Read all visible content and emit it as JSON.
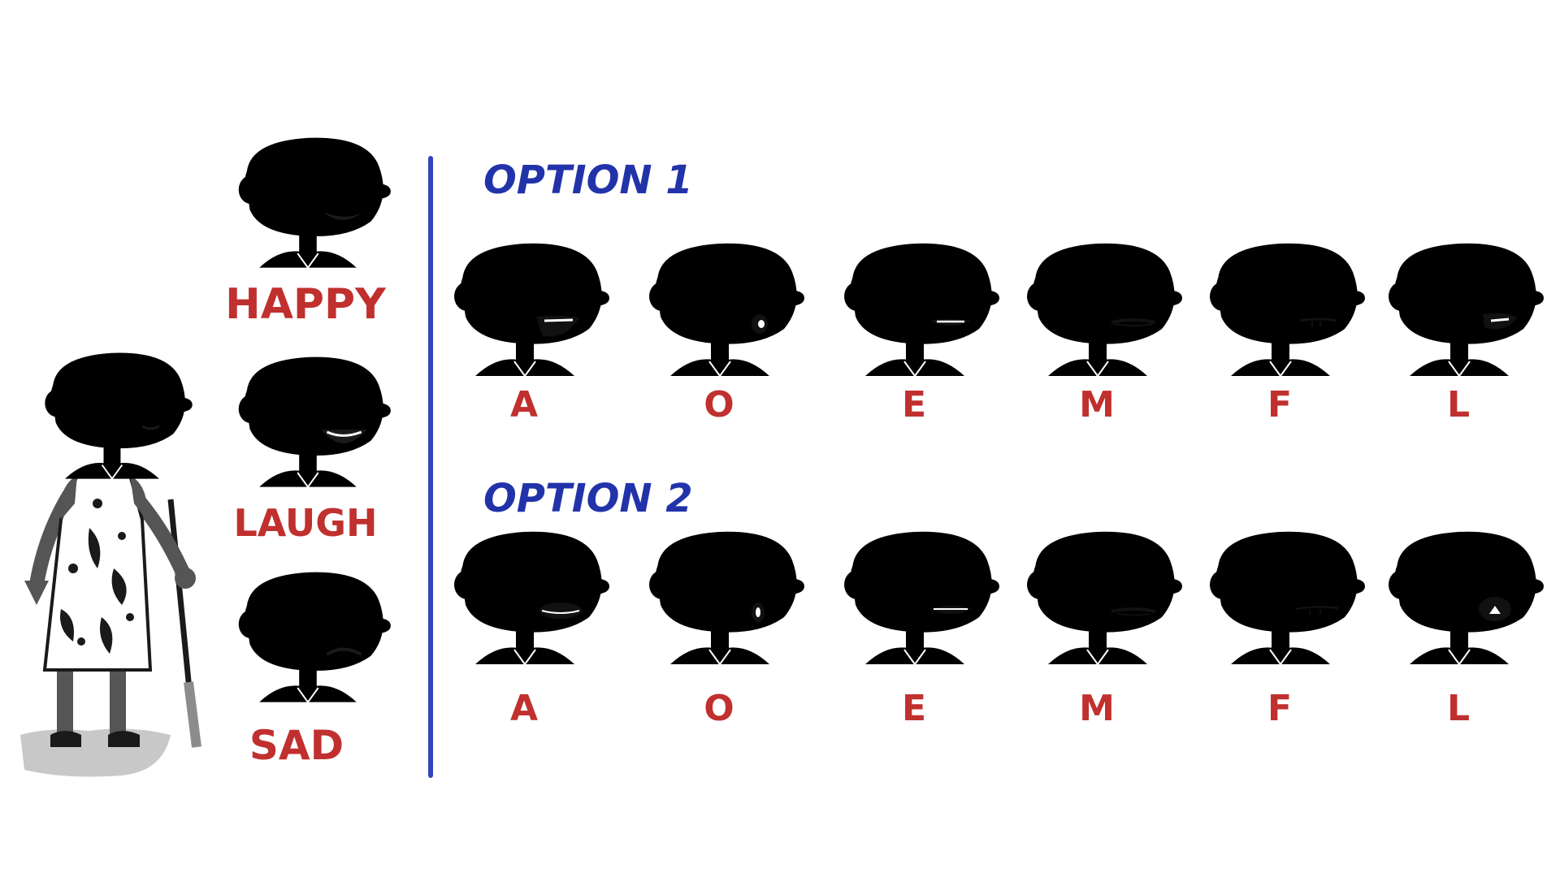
{
  "emotions": [
    {
      "id": "happy",
      "label": "HAPPY",
      "mouth": "smile"
    },
    {
      "id": "laugh",
      "label": "LAUGH",
      "mouth": "laugh"
    },
    {
      "id": "sad",
      "label": "SAD",
      "mouth": "sad"
    }
  ],
  "options": [
    {
      "title": "OPTION 1",
      "phonemes": [
        {
          "label": "A",
          "mouth": "a1"
        },
        {
          "label": "O",
          "mouth": "o1"
        },
        {
          "label": "E",
          "mouth": "e1"
        },
        {
          "label": "M",
          "mouth": "m1"
        },
        {
          "label": "F",
          "mouth": "f1"
        },
        {
          "label": "L",
          "mouth": "l1"
        }
      ]
    },
    {
      "title": "OPTION 2",
      "phonemes": [
        {
          "label": "A",
          "mouth": "a2"
        },
        {
          "label": "O",
          "mouth": "o2"
        },
        {
          "label": "E",
          "mouth": "e2"
        },
        {
          "label": "M",
          "mouth": "m2"
        },
        {
          "label": "F",
          "mouth": "f2"
        },
        {
          "label": "L",
          "mouth": "l2"
        }
      ]
    }
  ],
  "colors": {
    "label_red": "#c0302e",
    "title_blue": "#2233aa",
    "divider_blue": "#3344bb",
    "skin_dark": "#555555",
    "skin_faded": "#b5b5b5",
    "hair_dark": "#1a1a1a",
    "hair_faded": "#8a8a8a"
  }
}
